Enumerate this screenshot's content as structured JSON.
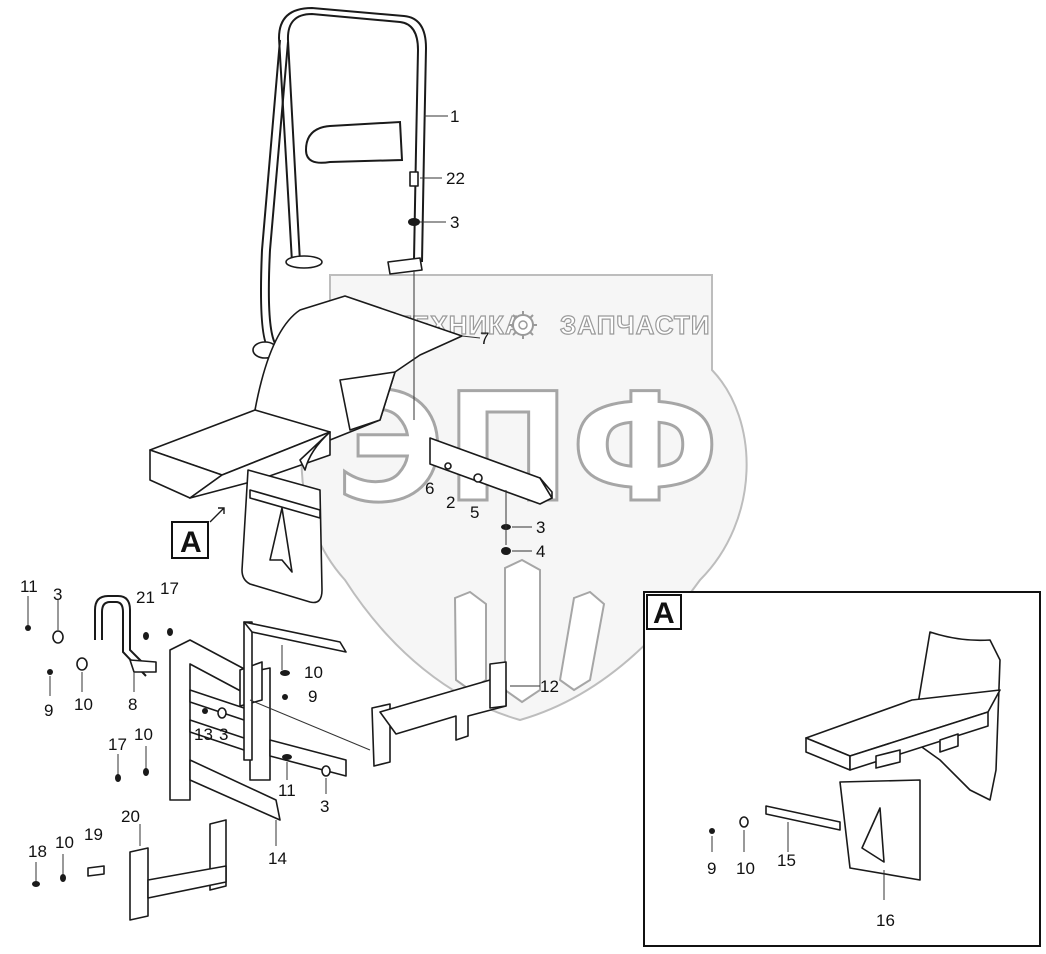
{
  "watermark": {
    "left_text": "ТЕХНИКА",
    "right_text": "ЗАПЧАСТИ",
    "big_letters": "ЭПФ",
    "gear_icon": "gear-icon"
  },
  "callouts": {
    "main": "A",
    "inset": "A"
  },
  "labels": {
    "p1": "1",
    "p22": "22",
    "p3a": "3",
    "p7": "7",
    "p6": "6",
    "p2": "2",
    "p5": "5",
    "p3b": "3",
    "p4": "4",
    "p11a": "11",
    "p3c": "3",
    "p21": "21",
    "p17a": "17",
    "p9a": "9",
    "p10a": "10",
    "p8": "8",
    "p10b": "10",
    "p9b": "9",
    "p12": "12",
    "p13": "13",
    "p3d": "3",
    "p17b": "17",
    "p10c": "10",
    "p11b": "11",
    "p3e": "3",
    "p14": "14",
    "p20": "20",
    "p18": "18",
    "p10d": "10",
    "p19": "19",
    "p9c": "9",
    "p10e": "10",
    "p15": "15",
    "p16": "16"
  }
}
